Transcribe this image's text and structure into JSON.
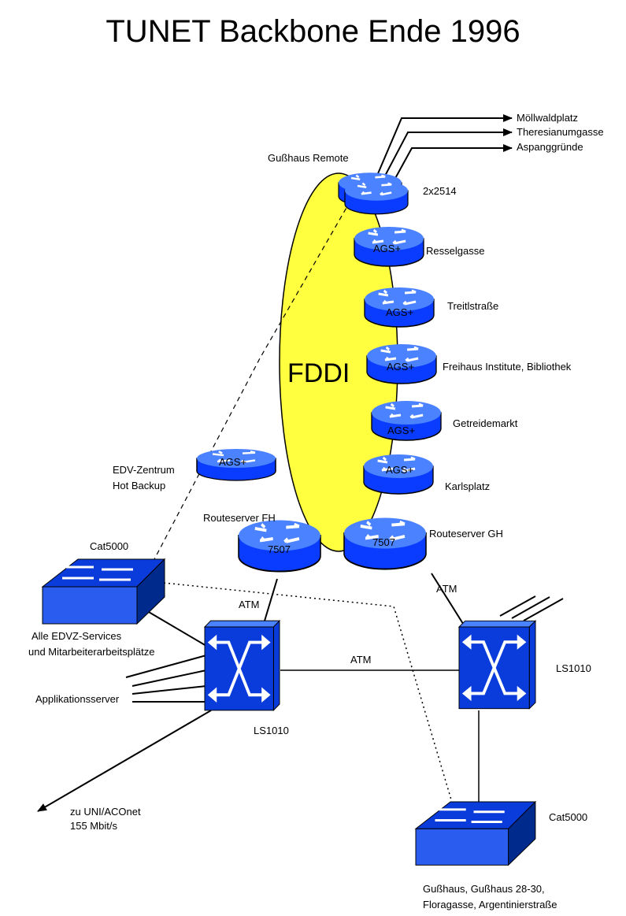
{
  "title": "TUNET Backbone Ende 1996",
  "fddi_label": "FDDI",
  "colors": {
    "fddi": "#ffff40",
    "router_top": "#4a82ff",
    "router_side": "#0a3cff",
    "switch": "#0a3cdc",
    "switch_dark": "#002a8c"
  },
  "destinations": [
    "Möllwaldplatz",
    "Theresianumgasse",
    "Aspanggründe"
  ],
  "routers": [
    {
      "name": "Gußhaus Remote",
      "model": "2x2514",
      "label": ""
    },
    {
      "name": "Resselgasse",
      "label": "AGS+"
    },
    {
      "name": "Treitlstraße",
      "label": "AGS+"
    },
    {
      "name": "Freihaus Institute, Bibliothek",
      "label": "AGS+"
    },
    {
      "name": "Getreidemarkt",
      "label": "AGS+"
    },
    {
      "name": "Karlsplatz",
      "label": "AGS+"
    },
    {
      "name_line1": "EDV-Zentrum",
      "name_line2": "Hot Backup",
      "label": "AGS+"
    },
    {
      "name": "Routeserver FH",
      "label": "7507"
    },
    {
      "name": "Routeserver GH",
      "label": "7507"
    }
  ],
  "switches": {
    "left": "LS1010",
    "right": "LS1010"
  },
  "cat_left": {
    "name": "Cat5000",
    "desc1": "Alle EDVZ-Services",
    "desc2": "und Mitarbeiterarbeitsplätze"
  },
  "cat_right": {
    "name": "Cat5000",
    "desc1": "Gußhaus, Gußhaus 28-30,",
    "desc2": "Floragasse, Argentinierstraße"
  },
  "links": {
    "atm": "ATM",
    "app_servers": "Applikationsserver",
    "uplink1": "zu UNI/ACOnet",
    "uplink2": "155 Mbit/s"
  }
}
